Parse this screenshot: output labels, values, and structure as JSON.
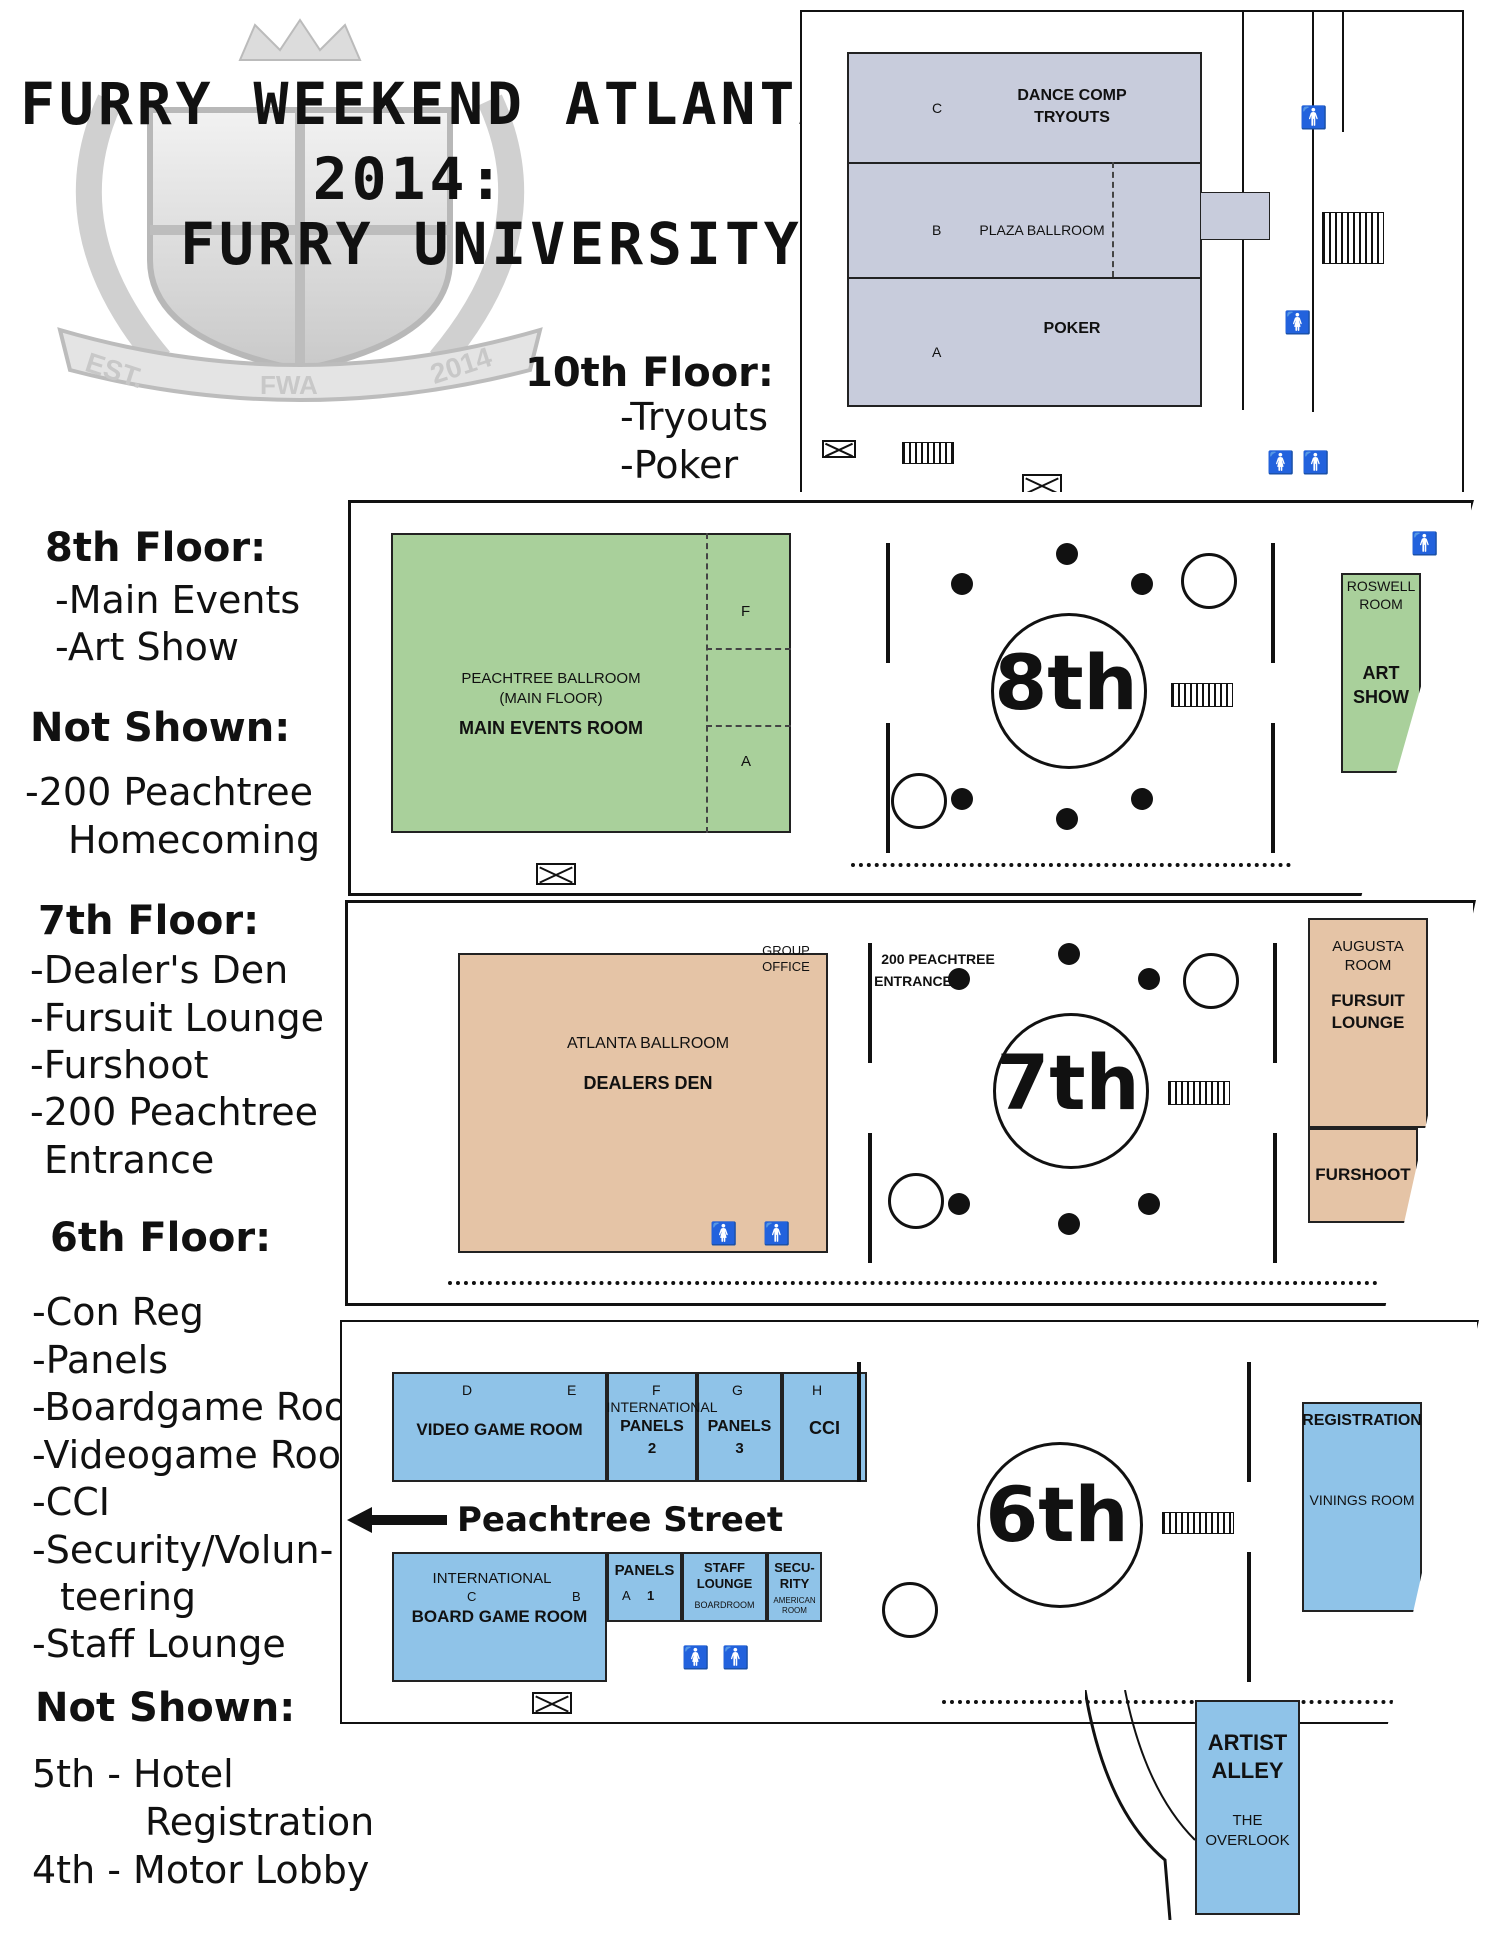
{
  "header": {
    "title_line1": "FURRY WEEKEND ATLANTA",
    "title_line2": "2014:",
    "title_line3": "FURRY UNIVERSITY",
    "crest_text_left": "EST.",
    "crest_text_mid": "FWA",
    "crest_text_right": "2014"
  },
  "legend": {
    "floor10": {
      "heading": "10th Floor:",
      "items": [
        "-Tryouts",
        "-Poker"
      ]
    },
    "floor8": {
      "heading": "8th Floor:",
      "items": [
        "-Main Events",
        "-Art Show"
      ]
    },
    "not_shown_8": {
      "heading": "Not Shown:",
      "items": [
        "-200 Peachtree",
        "Homecoming"
      ]
    },
    "floor7": {
      "heading": "7th Floor:",
      "items": [
        "-Dealer's Den",
        "-Fursuit Lounge",
        "-Furshoot",
        "-200 Peachtree",
        "Entrance"
      ]
    },
    "floor6": {
      "heading": "6th Floor:",
      "items": [
        "-Con Reg",
        "-Panels",
        "-Boardgame Room",
        "-Videogame Room",
        "-CCI",
        "-Security/Volun-",
        "teering",
        "-Staff Lounge"
      ]
    },
    "not_shown_bottom": {
      "heading": "Not Shown:",
      "items": [
        "5th - Hotel",
        "Registration",
        "4th - Motor Lobby"
      ]
    }
  },
  "plan10": {
    "sec_c": "C",
    "dance": "DANCE COMP",
    "tryouts": "TRYOUTS",
    "sec_b": "B",
    "plaza": "PLAZA BALLROOM",
    "poker": "POKER",
    "sec_a": "A"
  },
  "plan8": {
    "floor_label": "8th",
    "ballroom1": "PEACHTREE BALLROOM",
    "ballroom2": "(MAIN FLOOR)",
    "main_events": "MAIN EVENTS ROOM",
    "sec_f": "F",
    "sec_a": "A",
    "roswell1": "ROSWELL",
    "roswell2": "ROOM",
    "art1": "ART",
    "art2": "SHOW"
  },
  "plan7": {
    "floor_label": "7th",
    "group1": "GROUP",
    "group2": "OFFICE",
    "entrance1": "200 PEACHTREE",
    "entrance2": "ENTRANCE",
    "atlanta": "ATLANTA BALLROOM",
    "dealers": "DEALERS DEN",
    "augusta1": "AUGUSTA",
    "augusta2": "ROOM",
    "fursuit1": "FURSUIT",
    "fursuit2": "LOUNGE",
    "furshoot": "FURSHOOT"
  },
  "plan6": {
    "floor_label": "6th",
    "sec_d": "D",
    "sec_e": "E",
    "sec_f": "F",
    "sec_g": "G",
    "sec_h": "H",
    "international_top": "INTERNATIONAL",
    "video": "VIDEO GAME ROOM",
    "panels2a": "PANELS",
    "panels2b": "2",
    "panels3a": "PANELS",
    "panels3b": "3",
    "cci": "CCI",
    "street": "Peachtree Street",
    "international_bot": "INTERNATIONAL",
    "sec_c": "C",
    "sec_b": "B",
    "board": "BOARD GAME ROOM",
    "panels1a": "PANELS",
    "panels1b": "1",
    "sec_a": "A",
    "staff1": "STAFF",
    "staff2": "LOUNGE",
    "boardroom": "BOARDROOM",
    "secu1": "SECU-",
    "secu2": "RITY",
    "american1": "AMERICAN",
    "american2": "ROOM",
    "registration": "REGISTRATION",
    "vinings": "VININGS ROOM",
    "artist1": "ARTIST",
    "artist2": "ALLEY",
    "overlook1": "THE",
    "overlook2": "OVERLOOK"
  },
  "colors": {
    "floor10_room": "#c8ccdc",
    "floor8_room": "#a9d09b",
    "floor7_room": "#e5c4a6",
    "floor6_room": "#8fc3e8"
  }
}
